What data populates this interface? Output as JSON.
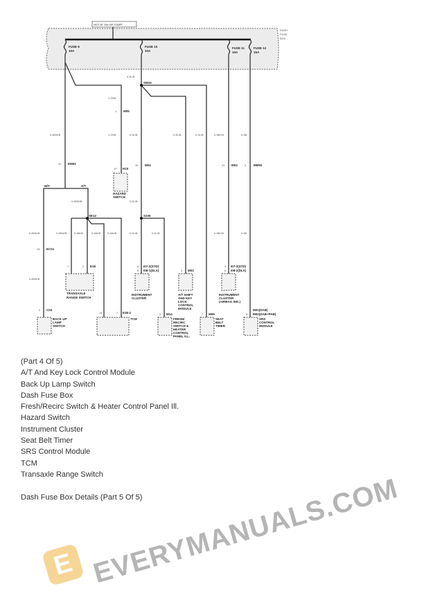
{
  "diagram": {
    "hot": "HOT AT ON OR START",
    "fusebox": [
      "DASH",
      "FUSE",
      "BOX"
    ],
    "fuses": [
      {
        "name": "FUSE 9",
        "amp": "10A"
      },
      {
        "name": "FUSE 10",
        "amp": "10A"
      },
      {
        "name": "FUSE 11",
        "amp": "10A"
      },
      {
        "name": "FUSE 12",
        "amp": "15A"
      }
    ],
    "wires": {
      "w1": "0.5L/B",
      "w2": "1.25W",
      "w3": "0.85W/B",
      "w4": "1.25W",
      "w5": "0.5L/B",
      "w6": "0.5L/B",
      "w7": "0.3L/B",
      "w8": "0.5Br/W",
      "w9": "0.5B",
      "w10": "0.85W/B",
      "w11": "0.5L/B",
      "w12": "0.85W/B",
      "w13": "0.85W/B",
      "w14": "0.5B/W",
      "w15": "0.5W/B",
      "w16": "0.5W/B",
      "w17": "0.5L/B",
      "w18": "0.5L/B",
      "w19": "0.5Br/W",
      "w20": "0.5B",
      "w21": "0.85W/B"
    },
    "splices": {
      "sm15": "SM15",
      "se12": "SE12",
      "s105": "S105",
      "mt": "M/T",
      "at": "A/T"
    },
    "connectors": {
      "m05": "M05",
      "m05p": "1",
      "em02": "EM02",
      "em02p": "20",
      "h10": "H10",
      "h10p": "10",
      "m04": "M04",
      "m04p": "15",
      "m03a": "M03",
      "m03ap": "20",
      "mm02": "MM02",
      "mm02p": "2",
      "ec01": "EC01",
      "ec01p": "18",
      "e18": "E18",
      "e18p1": "7",
      "e18p2": "2",
      "i07": "I07-2(STD)",
      "i07p": "10",
      "i08": "I08-1(DLX)",
      "i08p": "6",
      "m03": "M03",
      "m03p": "4",
      "i07b": "I07-2(STD)",
      "i07bp": "4",
      "i08b": "I08-2(DLX)",
      "i08bp": "6",
      "c03": "C03",
      "c03p": "2",
      "e38": "E38-2",
      "e38p1": "15",
      "e38p2": "2",
      "m14": "M14",
      "m14p": "3",
      "m09": "M09",
      "m09p": "7",
      "m01": "M01(DAB)",
      "m02": "M02(DAB+PAB)",
      "m0xp": "5"
    },
    "components": {
      "hazard": [
        "HAZARD",
        "SWITCH"
      ],
      "transaxle": [
        "TRANSAXLE",
        "RANGE SWITCH"
      ],
      "cluster": [
        "INSTRUMENT",
        "CLUSTER"
      ],
      "atshift": [
        "A/T SHIFT",
        "AND KEY",
        "LOCK",
        "CONTROL",
        "MODULE"
      ],
      "cluster2": [
        "INSTRUMENT",
        "CLUSTER",
        "(AIRBAG IND.)"
      ],
      "backup": [
        "BACK UP",
        "LAMP",
        "SWITCH"
      ],
      "tcm": [
        "TCM"
      ],
      "fresh": [
        "FRESH/",
        "RECIRC",
        "SWITCH &",
        "HEATER",
        "CONTROL",
        "PANEL ILL."
      ],
      "seatbelt": [
        "SEAT",
        "BELT",
        "TIMER"
      ],
      "srs": [
        "SRS",
        "CONTROL",
        "MODULE"
      ]
    }
  },
  "watermark": {
    "text": "EVERYMANUALS.COM",
    "logo": "E"
  },
  "body": {
    "lines": [
      "(Part 4 Of 5)",
      "A/T And Key Lock Control Module",
      "Back Up Lamp Switch",
      "Dash Fuse Box",
      "Fresh/Recirc Switch & Heater Control Panel Ill.",
      "Hazard Switch",
      "Instrument Cluster",
      "Seat Belt Timer",
      "SRS Control Module",
      "TCM",
      "Transaxle Range Switch",
      "",
      "Dash Fuse Box Details (Part 5 Of 5)"
    ]
  }
}
